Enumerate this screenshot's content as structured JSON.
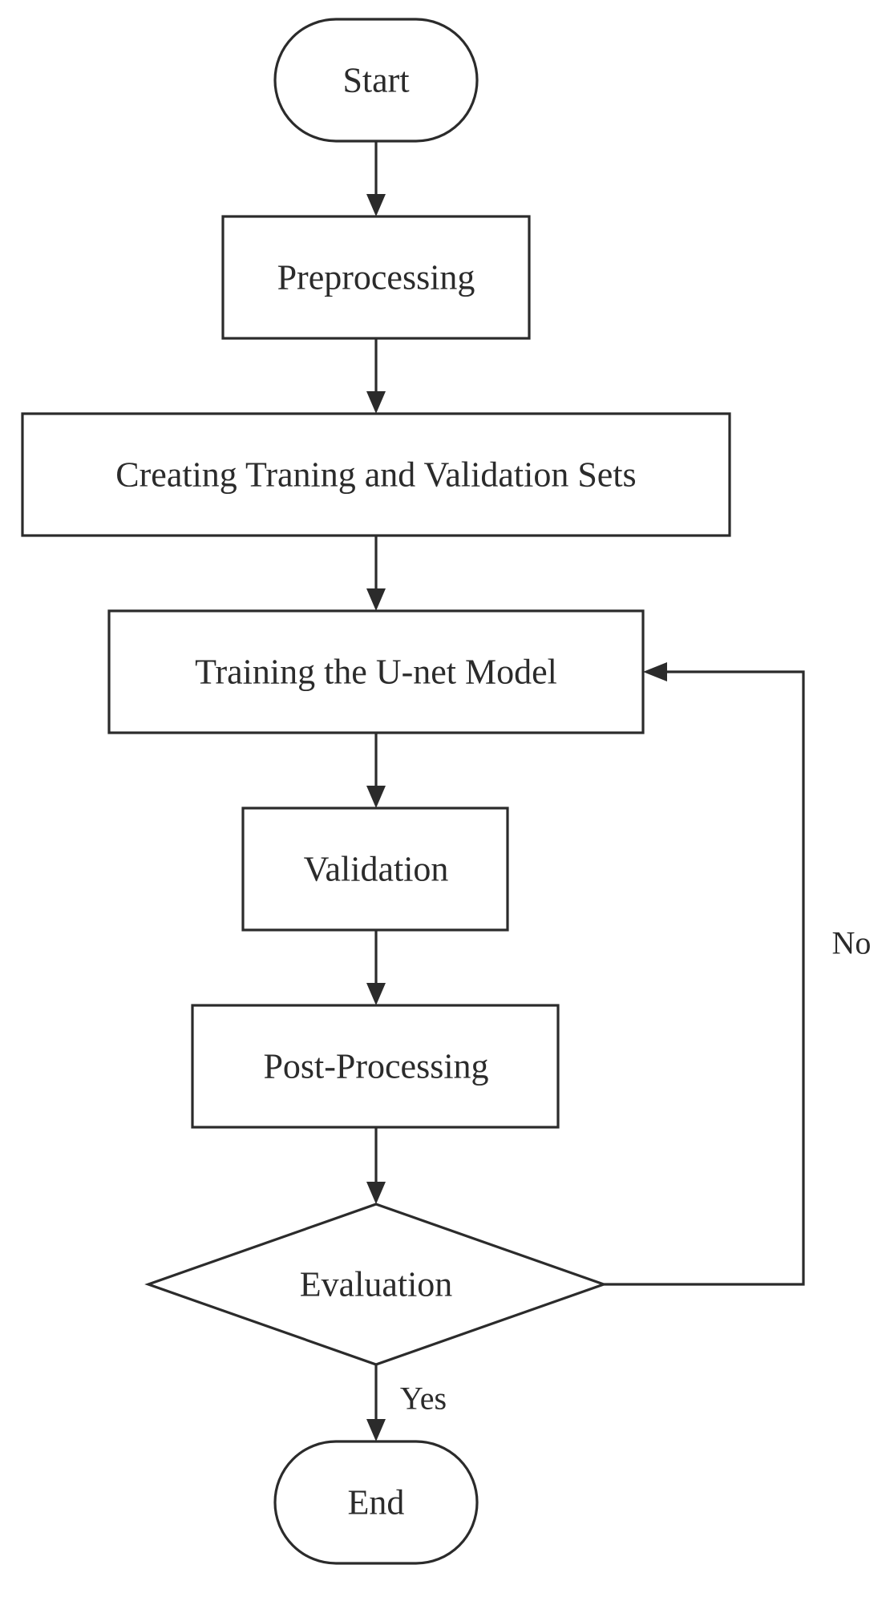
{
  "nodes": {
    "start": "Start",
    "preprocessing": "Preprocessing",
    "creating_sets": "Creating Traning and Validation Sets",
    "training": "Training the U-net Model",
    "validation": "Validation",
    "post_processing": "Post-Processing",
    "evaluation": "Evaluation",
    "end": "End"
  },
  "edges": {
    "no_label": "No",
    "yes_label": "Yes"
  },
  "colors": {
    "stroke": "#2b2b2b",
    "fill": "#ffffff"
  }
}
